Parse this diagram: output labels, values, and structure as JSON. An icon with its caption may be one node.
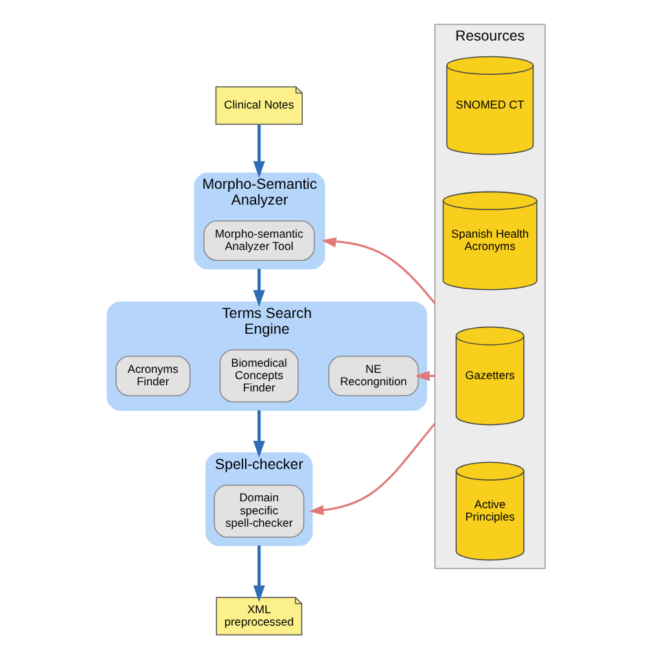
{
  "diagram": {
    "nodes": [
      {
        "text": [
          "Clinical Notes"
        ]
      },
      {
        "text": [
          "Morpho-Semantic Analyzer"
        ]
      },
      {
        "text": [
          "Morpho-semantic Analyzer Tool"
        ],
        "in": 1
      },
      {
        "text": [
          "Terms Search Engine"
        ]
      },
      {
        "text": [
          "Acronyms Finder"
        ],
        "in": 3
      },
      {
        "text": [
          "Biomedical Concepts Finder"
        ],
        "in": 3
      },
      {
        "text": [
          "NE Recongnition"
        ],
        "in": 3
      },
      {
        "text": [
          "Spell-checker"
        ]
      },
      {
        "text": [
          "Domain specific spell-checker"
        ],
        "in": 7
      },
      {
        "text": [
          "XML preprocessed"
        ]
      },
      {
        "text": [
          "Resources"
        ]
      },
      {
        "text": [
          "SNOMED CT"
        ],
        "in": 10
      },
      {
        "text": [
          "Spanish Health Acronyms"
        ],
        "in": 10
      },
      {
        "text": [
          "Gazetters"
        ],
        "in": 10
      },
      {
        "text": [
          "Active Principles"
        ],
        "in": 10
      }
    ],
    "edges": [
      {
        "from": 0,
        "to": 1,
        "arrow": "to"
      },
      {
        "from": 1,
        "to": 3,
        "arrow": "to"
      },
      {
        "from": 3,
        "to": 7,
        "arrow": "to"
      },
      {
        "from": 7,
        "to": 9,
        "arrow": "to"
      },
      {
        "from": 10,
        "to": 1,
        "arrow": "to",
        "color": "#e07a7a"
      },
      {
        "from": 10,
        "to": 6,
        "arrow": "to",
        "color": "#e07a7a"
      },
      {
        "from": 10,
        "to": 7,
        "arrow": "to",
        "color": "#e07a7a"
      }
    ]
  }
}
